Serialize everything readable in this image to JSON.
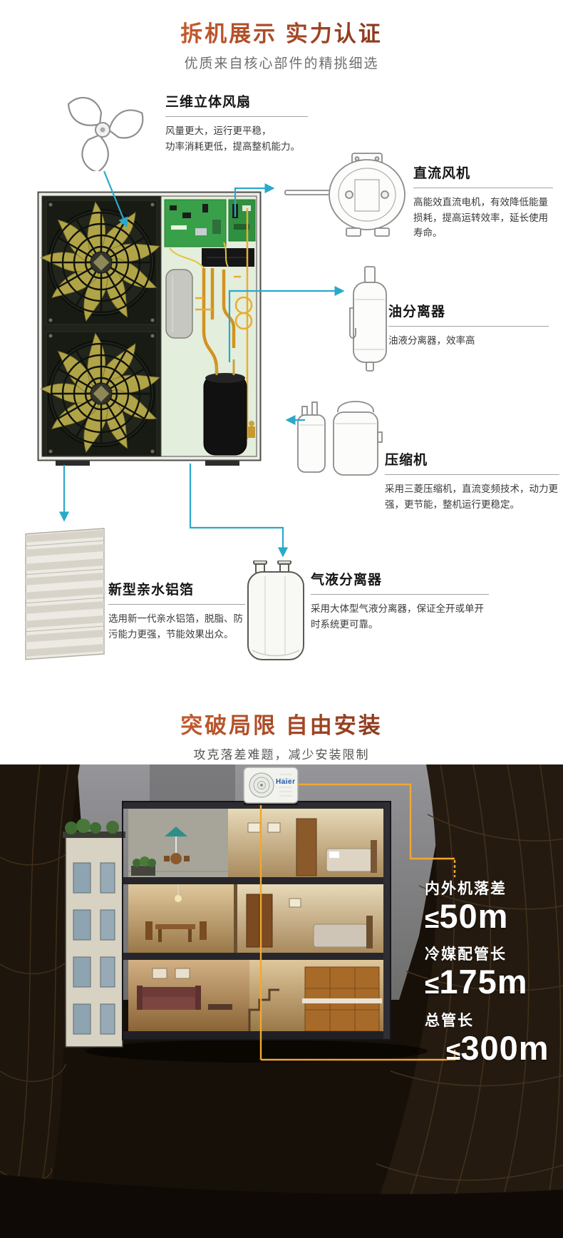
{
  "colors": {
    "title_accent": "#a5431f",
    "callout_arrow": "#2aa9c9",
    "pipe_highlight_yellow": "#f0a830",
    "brand_blue": "#2356a8"
  },
  "section1": {
    "title": "拆机展示 实力认证",
    "subtitle": "优质来自核心部件的精挑细选",
    "callouts": {
      "fan": {
        "title": "三维立体风扇",
        "desc": "风量更大，运行更平稳，\n功率消耗更低，提高整机能力。"
      },
      "dc_fan": {
        "title": "直流风机",
        "desc": "高能效直流电机，有效降低能量损耗，提高运转效率，延长使用寿命。"
      },
      "oil": {
        "title": "油分离器",
        "desc": "油液分离器，效率高"
      },
      "compressor": {
        "title": "压缩机",
        "desc": "采用三菱压缩机，直流变频技术，动力更强，更节能，整机运行更稳定。"
      },
      "foil": {
        "title": "新型亲水铝箔",
        "desc": "选用新一代亲水铝箔，脱脂、防污能力更强，节能效果出众。"
      },
      "gas_liquid": {
        "title": "气液分离器",
        "desc": "采用大体型气液分离器，保证全开或单开时系统更可靠。"
      }
    }
  },
  "section2": {
    "title": "突破局限 自由安装",
    "subtitle": "攻克落差难题，减少安装限制",
    "brand": "Haier",
    "specs": [
      {
        "label": "内外机落差",
        "prefix": "≤",
        "value": "50m"
      },
      {
        "label": "冷媒配管长",
        "prefix": "≤",
        "value": "175m"
      },
      {
        "label": "总管长",
        "prefix": "≤",
        "value": "300m"
      }
    ]
  }
}
